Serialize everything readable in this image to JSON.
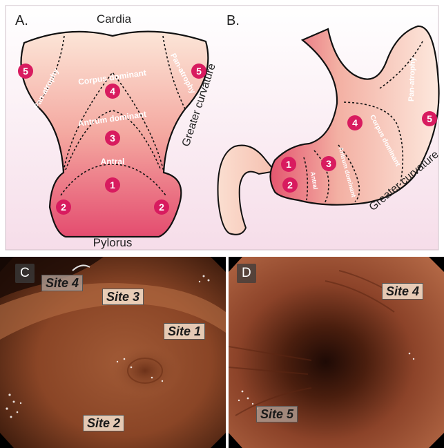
{
  "panel_a": {
    "letter": "A.",
    "cardia": "Cardia",
    "pylorus": "Pylorus",
    "greater_curvature": "Greater curvature",
    "zone_pan_left": "Pan-atrophy",
    "zone_pan_right": "Pan-atrophy",
    "zone_corpus": "Corpus dominant",
    "zone_antrum": "Antrum dominant",
    "zone_antral": "Antral",
    "sites": [
      "5",
      "4",
      "3",
      "1",
      "2",
      "2",
      "5"
    ]
  },
  "panel_b": {
    "letter": "B.",
    "greater_curvature": "Greater curvature",
    "zone_pan": "Pan-atrophy",
    "zone_corpus": "Corpus dominant",
    "zone_antrum": "Antrum dominant",
    "zone_antral": "Antral",
    "sites": [
      "1",
      "2",
      "3",
      "4",
      "5"
    ]
  },
  "panel_c": {
    "letter": "C",
    "labels": [
      "Site 4",
      "Site 3",
      "Site 1",
      "Site 2"
    ]
  },
  "panel_d": {
    "letter": "D",
    "labels": [
      "Site 4",
      "Site 5"
    ]
  },
  "colors": {
    "marker": "#d81b5f",
    "stomach_light": "#fbe3d6",
    "stomach_dark": "#e44a6e"
  }
}
